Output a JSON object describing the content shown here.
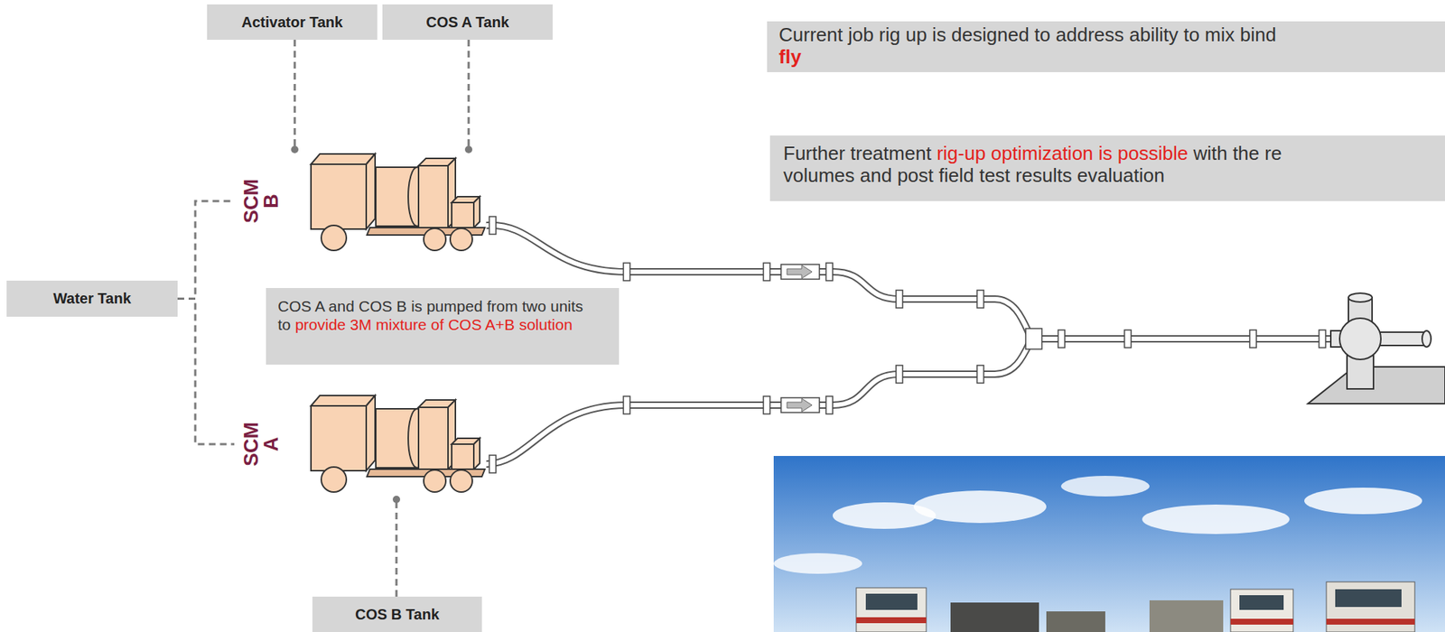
{
  "diagram": {
    "nodes": [
      {
        "text": [
          "Activator Tank"
        ]
      },
      {
        "text": [
          "COS A Tank"
        ]
      },
      {
        "text": [
          "Current job rig up is designed to address ability to mix bind",
          "fly"
        ]
      },
      {
        "text": [
          "Further treatment",
          "rig-up optimization is possible",
          "with the re",
          "volumes and post field test results evaluation"
        ]
      },
      {
        "text": [
          "SCM B"
        ]
      },
      {
        "text": [
          "Water Tank"
        ]
      },
      {
        "text": [
          "COS A and COS B is pumped from two units to",
          "provide 3M mixture of COS A+B solution"
        ]
      },
      {
        "text": [
          "SCM A"
        ]
      },
      {
        "text": [
          "COS B Tank"
        ]
      }
    ],
    "edges": [
      {
        "from": 0,
        "to": 4,
        "arrow": "none"
      },
      {
        "from": 1,
        "to": 4,
        "arrow": "none"
      },
      {
        "from": 5,
        "to": 4,
        "arrow": "none"
      },
      {
        "from": 5,
        "to": 7,
        "arrow": "none"
      },
      {
        "from": 8,
        "to": 7,
        "arrow": "none"
      }
    ]
  }
}
